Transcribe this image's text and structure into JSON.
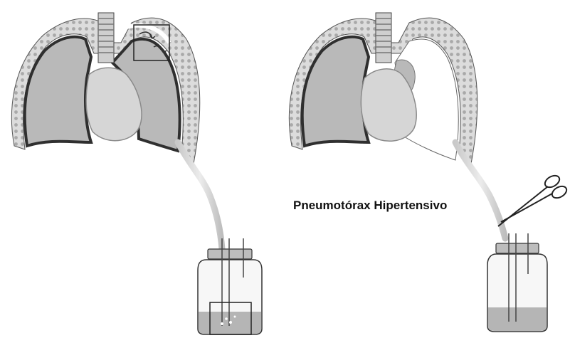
{
  "figure": {
    "label": "Pneumotórax Hipertensivo"
  },
  "colors": {
    "lung_fill": "#b9b9b9",
    "lung_outline": "#3a3a3a",
    "pleura_bead": "#c8c8c8",
    "heart": "#d6d6d6",
    "tube": "#dcdcdc",
    "bottle_water": "#b5b5b5",
    "collapsed_space": "#ffffff"
  },
  "panels": [
    {
      "name": "left-panel-drained-lung",
      "state": "lung re-expanded, tube draining to bottle"
    },
    {
      "name": "right-panel-clamped-tube",
      "state": "lung collapsed, tube clamped"
    }
  ]
}
